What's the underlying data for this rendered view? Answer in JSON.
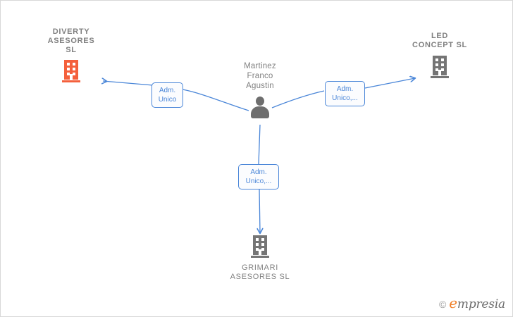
{
  "diagram": {
    "type": "relationship-graph",
    "colors": {
      "edge": "#4a86d8",
      "company_highlight": "#f4603c",
      "company_default": "#757575",
      "person": "#6e6e6e",
      "text": "#808080"
    },
    "center": {
      "name": "Martinez\nFranco\nAgustin",
      "icon": "person-icon"
    },
    "nodes": [
      {
        "id": "diverty",
        "name": "DIVERTY\nASESORES\nSL",
        "icon": "building-icon",
        "color": "#f4603c",
        "position": "top-left"
      },
      {
        "id": "led-concept",
        "name": "LED\nCONCEPT  SL",
        "icon": "building-icon",
        "color": "#757575",
        "position": "top-right"
      },
      {
        "id": "grimari",
        "name": "GRIMARI\nASESORES  SL",
        "icon": "building-icon",
        "color": "#757575",
        "position": "bottom-center"
      }
    ],
    "edges": [
      {
        "id": "edge-diverty",
        "from": "Martinez Franco Agustin",
        "to": "DIVERTY ASESORES SL",
        "label": "Adm.\nUnico"
      },
      {
        "id": "edge-led-concept",
        "from": "Martinez Franco Agustin",
        "to": "LED CONCEPT SL",
        "label": "Adm.\nUnico,..."
      },
      {
        "id": "edge-grimari",
        "from": "Martinez Franco Agustin",
        "to": "GRIMARI ASESORES SL",
        "label": "Adm.\nUnico,..."
      }
    ]
  },
  "watermark": {
    "copyright": "©",
    "brand_initial": "e",
    "brand_rest": "mpresia"
  }
}
